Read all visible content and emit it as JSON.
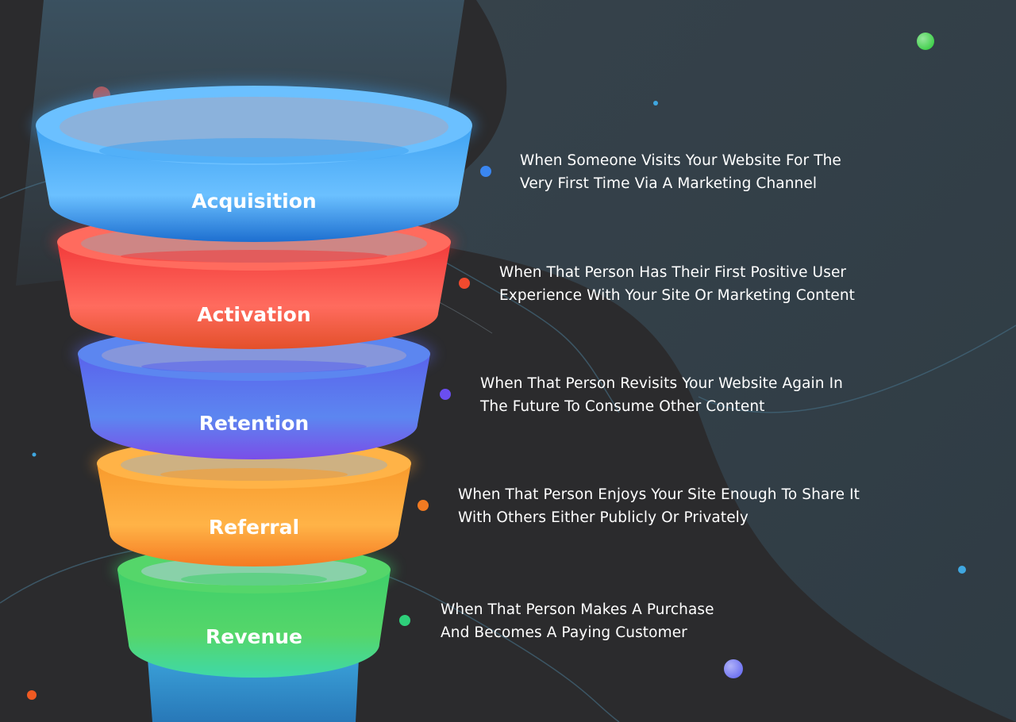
{
  "stages": [
    {
      "label": "Acquisition",
      "lines": [
        "When Someone Visits Your Website For The",
        "Very First Time Via A Marketing Channel"
      ],
      "color": "#3ea2f2",
      "color_light": "#6bc0ff",
      "color_dark": "#1d6fd0",
      "inner": "#8fb0d8"
    },
    {
      "label": "Activation",
      "lines": [
        "When That Person Has Their First Positive User",
        "Experience With Your Site Or Marketing Content"
      ],
      "color": "#f23a3a",
      "color_light": "#ff6b5e",
      "color_dark": "#e3502a",
      "inner": "#c98a8a"
    },
    {
      "label": "Retention",
      "lines": [
        "When That Person Revisits Your Website Again In",
        "The Future To Consume Other Content"
      ],
      "color": "#5a63ec",
      "color_light": "#5c86f0",
      "color_dark": "#7a4ee8",
      "inner": "#8b98d8"
    },
    {
      "label": "Referral",
      "lines": [
        "When That Person Enjoys Your Site Enough To Share It",
        "With Others Either Publicly Or Privately"
      ],
      "color": "#f89a2c",
      "color_light": "#ffb347",
      "color_dark": "#f57a22",
      "inner": "#c9b088"
    },
    {
      "label": "Revenue",
      "lines": [
        "When That Person Makes A Purchase",
        "And Becomes A Paying Customer"
      ],
      "color": "#3ecf6a",
      "color_light": "#55d66a",
      "color_dark": "#3fd9a8",
      "inner": "#8fd0b0"
    }
  ],
  "marker_colors": [
    "#3a86f0",
    "#f04a2e",
    "#6a4ef0",
    "#f07a22",
    "#2ecf7a"
  ],
  "background": "#2b2b2d"
}
